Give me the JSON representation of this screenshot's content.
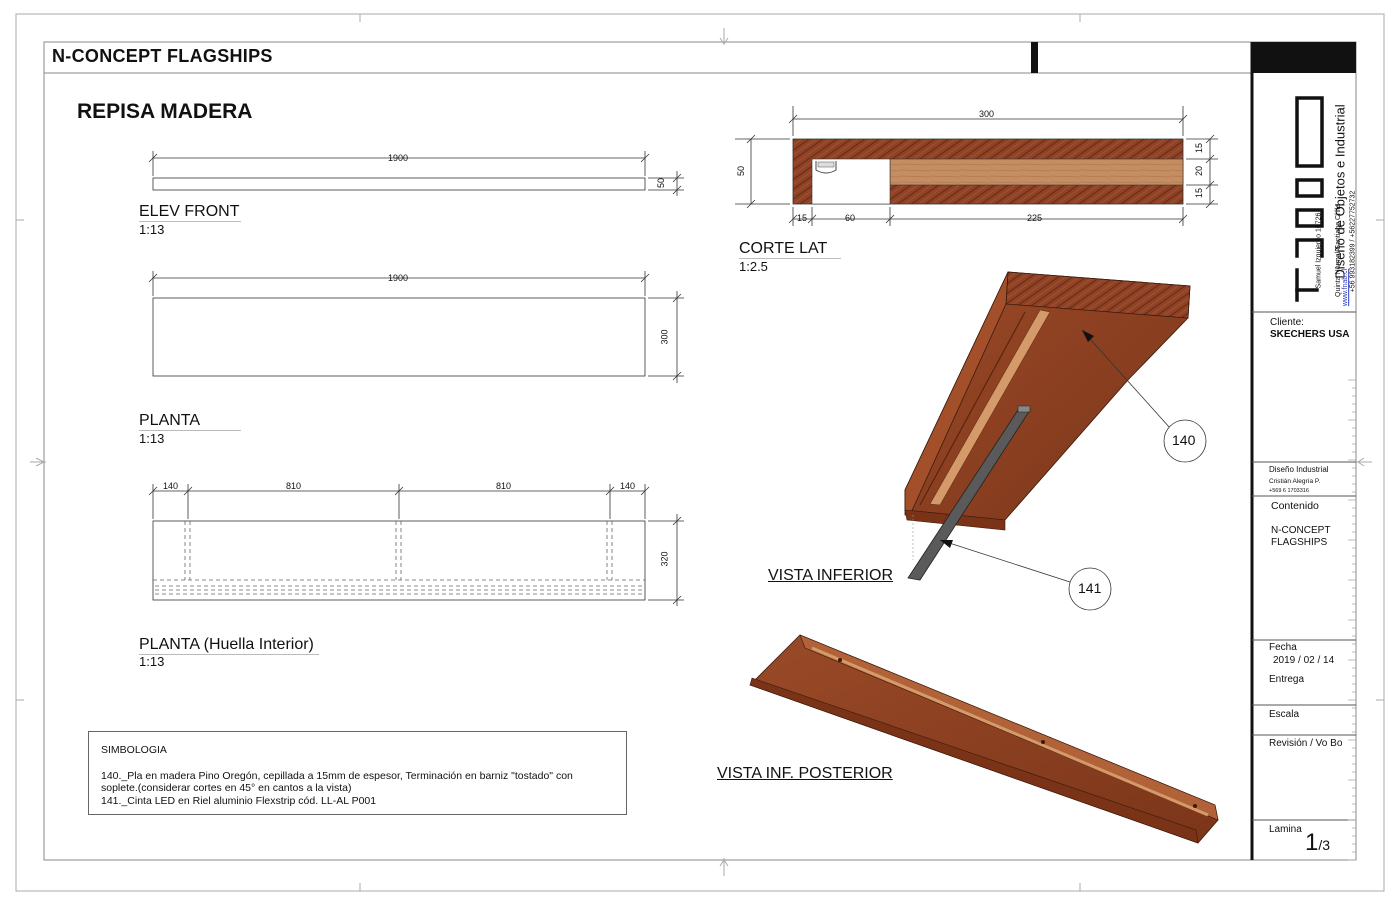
{
  "header": {
    "project_title": "N-CONCEPT FLAGSHIPS"
  },
  "sheet": {
    "title": "REPISA MADERA"
  },
  "views": {
    "elev_front": {
      "name": "ELEV FRONT",
      "scale": "1:13",
      "dim_length": "1900",
      "dim_height": "50"
    },
    "planta": {
      "name": "PLANTA",
      "scale": "1:13",
      "dim_length": "1900",
      "dim_depth": "300"
    },
    "planta_huella": {
      "name": "PLANTA (Huella Interior)",
      "scale": "1:13",
      "dims": [
        "140",
        "810",
        "810",
        "140"
      ],
      "dim_depth": "320"
    },
    "corte_lat": {
      "name": "CORTE LAT",
      "scale": "1:2.5",
      "dim_total": "300",
      "dim_height": "50",
      "dims_bottom": [
        "15",
        "60",
        "225"
      ],
      "dims_right": [
        "15",
        "20",
        "15"
      ]
    },
    "vista_inferior": {
      "name": "VISTA INFERIOR",
      "callouts": [
        "140",
        "141"
      ]
    },
    "vista_posterior": {
      "name": "VISTA INF. POSTERIOR"
    }
  },
  "legend": {
    "heading": "SIMBOLOGIA",
    "item_140": "140._Pla en madera Pino Oregón, cepillada a 15mm de espesor, Terminación en barniz \"tostado\" con soplete.(considerar cortes en 45° en cantos a la vista)",
    "item_141": "141._Cinta LED en Riel aluminio Flexstrip cód. LL-AL P001"
  },
  "title_block": {
    "logo_text": "Fnab",
    "company": "Diseño de Objetos e Industrial",
    "address": "Samuel Izquierdo 10726",
    "city": "Quinta Normal-Santiago Chile",
    "phones": "+56 993182399   /   +56227752732",
    "website": "www.fnab.cl",
    "client_label": "Cliente:",
    "client": "SKECHERS USA",
    "design_label": "Diseño Industrial",
    "designer": "Cristián Alegría P.",
    "designer_phone": "+569 6 1703316",
    "content_label": "Contenido",
    "content_line1": "N-CONCEPT",
    "content_line2": "FLAGSHIPS",
    "date_label": "Fecha",
    "date": "2019 / 02 / 14",
    "delivery_label": "Entrega",
    "scale_label": "Escala",
    "revision_label": "Revisión  / Vo Bo",
    "sheet_label": "Lamina",
    "sheet_num": "1",
    "sheet_total": "/3"
  },
  "colors": {
    "wood": "#8a3d22",
    "wood_dark": "#5e2714",
    "wood_light": "#c48a5e",
    "led_rail": "#555555",
    "link": "#2a3cc4"
  }
}
